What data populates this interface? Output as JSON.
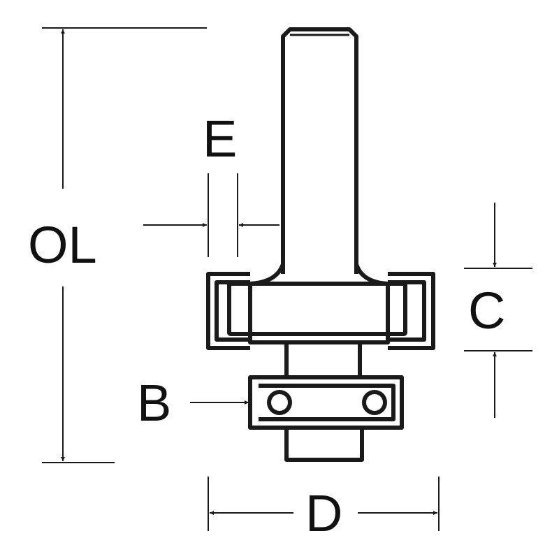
{
  "diagram": {
    "labels": {
      "overall_length": "OL",
      "e": "E",
      "c": "C",
      "b": "B",
      "d": "D"
    },
    "colors": {
      "stroke": "#1a1a1a",
      "background": "#ffffff"
    }
  }
}
